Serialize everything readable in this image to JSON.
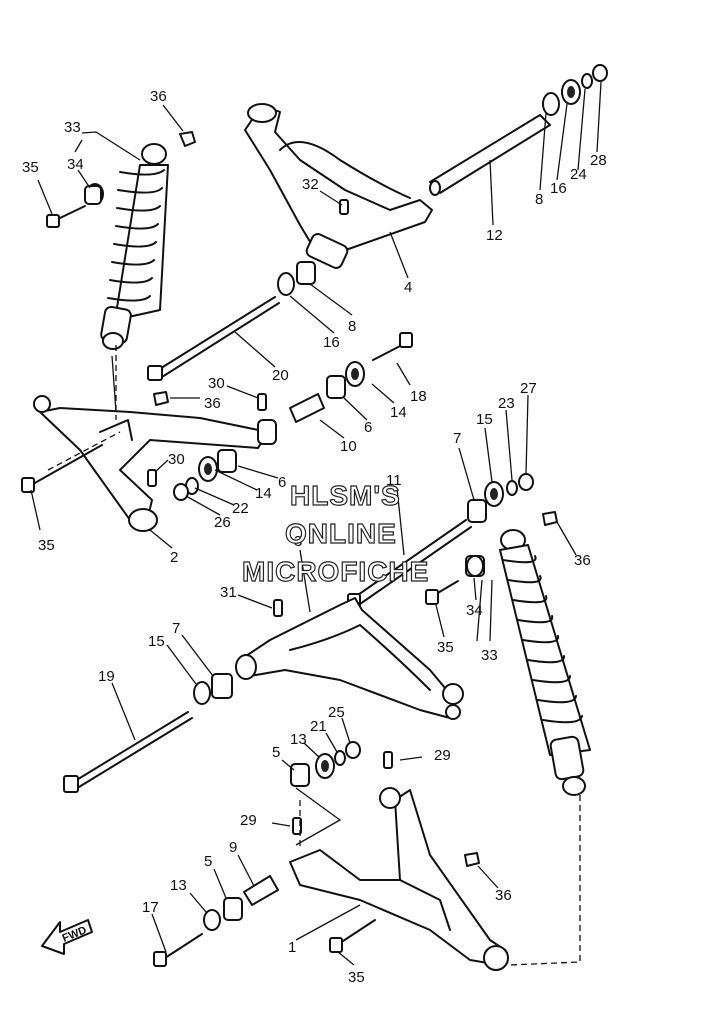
{
  "watermark": [
    "HLSM'S",
    "ONLINE",
    "MICROFICHE"
  ],
  "direction_indicator": "FWD",
  "callouts": {
    "c36a": "36",
    "c33a": "33",
    "c34a": "34",
    "c35a": "35",
    "c32": "32",
    "c8a": "8",
    "c16a": "16",
    "c24": "24",
    "c28": "28",
    "c12": "12",
    "c4": "4",
    "c16b": "16",
    "c8b": "8",
    "c20": "20",
    "c18": "18",
    "c30a": "30",
    "c36b": "36",
    "c14a": "14",
    "c6a": "6",
    "c10": "10",
    "c35b": "35",
    "c30b": "30",
    "c6b": "6",
    "c14b": "14",
    "c22": "22",
    "c26": "26",
    "c2": "2",
    "c7a": "7",
    "c15a": "15",
    "c23": "23",
    "c27": "27",
    "c11": "11",
    "c36c": "36",
    "c3": "3",
    "c31": "31",
    "c34b": "34",
    "c35c": "35",
    "c33b": "33",
    "c15b": "15",
    "c7b": "7",
    "c19": "19",
    "c5a": "5",
    "c13a": "13",
    "c21": "21",
    "c25": "25",
    "c29a": "29",
    "c29b": "29",
    "c9": "9",
    "c5b": "5",
    "c13b": "13",
    "c17": "17",
    "c36d": "36",
    "c1": "1",
    "c35d": "35"
  }
}
